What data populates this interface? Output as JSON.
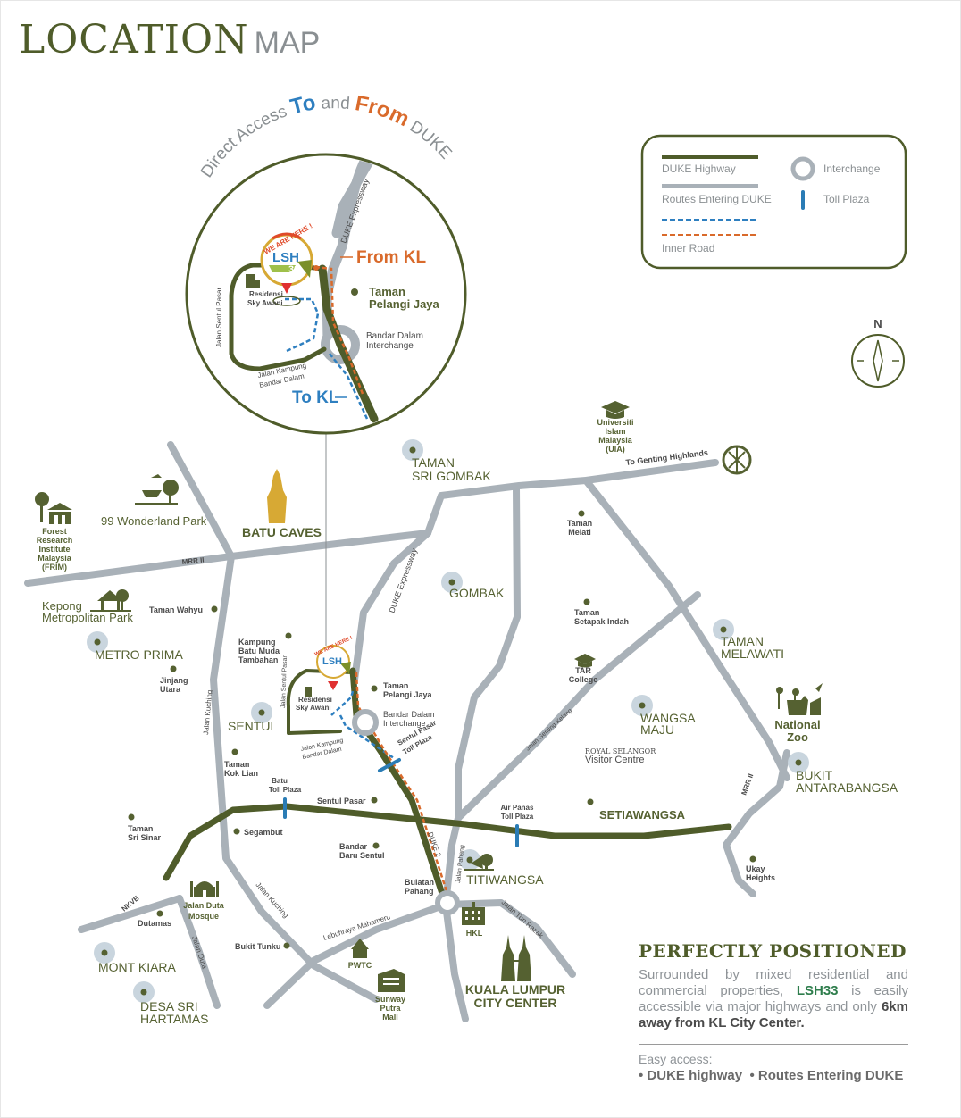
{
  "header": {
    "title_main": "LOCATION",
    "title_sub": "MAP"
  },
  "inset": {
    "arc_prefix": "Direct Access ",
    "arc_to": "To",
    "arc_and": " and ",
    "arc_from": "From",
    "arc_suffix": " DUKE",
    "we_are_here": "WE ARE HERE !",
    "badge_main": "LSH",
    "badge_num": "33",
    "from_kl": "From KL",
    "to_kl": "To KL",
    "duke_expressway": "DUKE Expressway",
    "taman_pelangi_1": "Taman",
    "taman_pelangi_2": "Pelangi Jaya",
    "interchange_1": "Bandar Dalam",
    "interchange_2": "Interchange",
    "residensi_1": "Residensi",
    "residensi_2": "Sky Awani",
    "jalan_kampung_1": "Jalan Kampung",
    "jalan_kampung_2": "Bandar Dalam",
    "jalan_sentul_pasar": "Jalan Sentul Pasar"
  },
  "legend": {
    "duke_highway": "DUKE Highway",
    "routes_entering": "Routes Entering DUKE",
    "inner_road": "Inner Road",
    "interchange": "Interchange",
    "toll_plaza": "Toll Plaza"
  },
  "compass": {
    "north": "N"
  },
  "areas": {
    "taman_sri_gombak_1": "TAMAN",
    "taman_sri_gombak_2": "SRI GOMBAK",
    "gombak": "GOMBAK",
    "metro_prima": "METRO PRIMA",
    "sentul": "SENTUL",
    "taman_melawati_1": "TAMAN",
    "taman_melawati_2": "MELAWATI",
    "wangsa_maju_1": "WANGSA",
    "wangsa_maju_2": "MAJU",
    "bukit_antarabangsa_1": "BUKIT",
    "bukit_antarabangsa_2": "ANTARABANGSA",
    "setiawangsa": "SETIAWANGSA",
    "titiwangsa": "TITIWANGSA",
    "mont_kiara": "MONT KIARA",
    "desa_sri_hartamas_1": "DESA SRI",
    "desa_sri_hartamas_2": "HARTAMAS"
  },
  "landmarks": {
    "batu_caves": "BATU CAVES",
    "wonderland": "99 Wonderland Park",
    "frim_1": "Forest",
    "frim_2": "Research",
    "frim_3": "Institute",
    "frim_4": "Malaysia",
    "frim_5": "(FRIM)",
    "kepong_1": "Kepong",
    "kepong_2": "Metropolitan Park",
    "uia_1": "Universiti",
    "uia_2": "Islam",
    "uia_3": "Malaysia",
    "uia_4": "(UIA)",
    "to_genting": "To Genting Highlands",
    "national_zoo_1": "National",
    "national_zoo_2": "Zoo",
    "royal_selangor_1": "ROYAL SELANGOR",
    "royal_selangor_2": "Visitor Centre",
    "tar_college_1": "TAR",
    "tar_college_2": "College",
    "klcc_1": "KUALA LUMPUR",
    "klcc_2": "CITY CENTER",
    "pwtc": "PWTC",
    "sunway_1": "Sunway",
    "sunway_2": "Putra",
    "sunway_3": "Mall",
    "hkl": "HKL",
    "jalan_duta_mosque_1": "Jalan Duta",
    "jalan_duta_mosque_2": "Mosque"
  },
  "places": {
    "taman_melati_1": "Taman",
    "taman_melati_2": "Melati",
    "taman_setapak_1": "Taman",
    "taman_setapak_2": "Setapak Indah",
    "taman_wahyu": "Taman Wahyu",
    "jinjang_1": "Jinjang",
    "jinjang_2": "Utara",
    "kampung_batu_1": "Kampung",
    "kampung_batu_2": "Batu Muda",
    "kampung_batu_3": "Tambahan",
    "taman_pelangi_1": "Taman",
    "taman_pelangi_2": "Pelangi Jaya",
    "residensi_1": "Residensi",
    "residensi_2": "Sky Awani",
    "interchange_1": "Bandar Dalam",
    "interchange_2": "Interchange",
    "jalan_kampung_1": "Jalan Kampung",
    "jalan_kampung_2": "Bandar Dalam",
    "taman_kok_lian_1": "Taman",
    "taman_kok_lian_2": "Kok Lian",
    "sentul_pasar": "Sentul Pasar",
    "segambut": "Segambut",
    "taman_sri_sinar_1": "Taman",
    "taman_sri_sinar_2": "Sri Sinar",
    "bandar_baru_sentul_1": "Bandar",
    "bandar_baru_sentul_2": "Baru Sentul",
    "dutamas": "Dutamas",
    "bukit_tunku": "Bukit Tunku",
    "bulatan_pahang_1": "Bulatan",
    "bulatan_pahang_2": "Pahang",
    "ukay_heights_1": "Ukay",
    "ukay_heights_2": "Heights",
    "sentul_pasar_toll_1": "Sentul Pasar",
    "sentul_pasar_toll_2": "Toll Plaza",
    "batu_toll_1": "Batu",
    "batu_toll_2": "Toll Plaza",
    "air_panas_toll_1": "Air Panas",
    "air_panas_toll_2": "Toll Plaza"
  },
  "roads": {
    "mrr2_west": "MRR II",
    "mrr2_east": "MRR II",
    "duke_expressway": "DUKE Expressway",
    "duke2": "DUKE 2",
    "jalan_kuching_1": "Jalan Kuching",
    "jalan_kuching_2": "Jalan Kuching",
    "jalan_sentul_pasar": "Jalan Sentul Pasar",
    "jalan_genting_kelang": "Jalan Genting Kelang",
    "nkve": "NKVE",
    "lebuhraya_mahameru": "Lebuhraya Mahameru",
    "jalan_tun_razak": "Jalan Tun Razak",
    "jalan_pahang": "Jalan Pahang",
    "jalan_duta": "Jalan Duta"
  },
  "info": {
    "heading": "PERFECTLY POSITIONED",
    "text_1": "Surrounded by mixed residential and commercial properties, ",
    "lsh33": "LSH33",
    "text_2": " is easily accessible via major highways and only ",
    "text_bold": "6km away from KL City Center.",
    "easy_access": "Easy access:",
    "access_1": "DUKE highway",
    "access_2": "Routes Entering DUKE"
  },
  "colors": {
    "duke_green": "#4f5c2a",
    "route_grey": "#a9b1b8",
    "inner_blue": "#2e7fc0",
    "inner_orange": "#d96a2b",
    "toll_blue": "#2a7cb5",
    "text_green": "#556131",
    "text_grey": "#8a8f92",
    "lsh_green": "#2e7d4c"
  }
}
